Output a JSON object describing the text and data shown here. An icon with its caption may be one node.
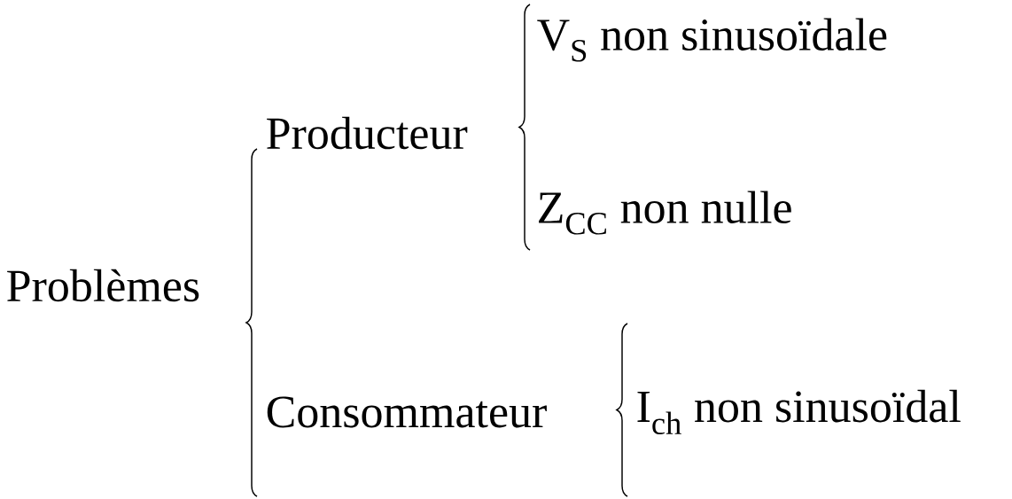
{
  "diagram": {
    "nodes": [
      {
        "text": [
          "Problèmes"
        ]
      },
      {
        "text": [
          "Producteur"
        ]
      },
      {
        "text": [
          "V$_{S}$ non sinusoïdale"
        ]
      },
      {
        "text": [
          "Z$_{CC}$ non nulle"
        ]
      },
      {
        "text": [
          "Consommateur"
        ]
      },
      {
        "text": [
          "I$_{ch}$ non sinusoïdal"
        ]
      }
    ]
  }
}
